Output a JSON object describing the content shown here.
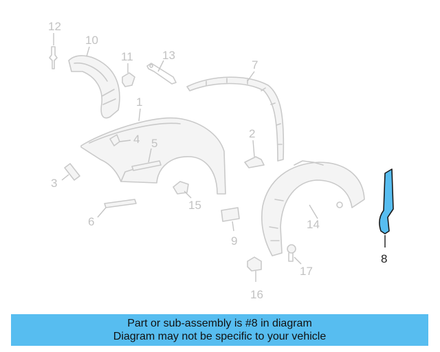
{
  "diagram": {
    "callouts": [
      "1",
      "2",
      "3",
      "4",
      "5",
      "6",
      "7",
      "8",
      "9",
      "10",
      "11",
      "12",
      "13",
      "14",
      "15",
      "16",
      "17"
    ],
    "highlighted_part": "8",
    "colors": {
      "highlight": "#57bdf0",
      "parts": "#c9c9c9",
      "labels": "#c2c2c2",
      "highlight_label": "#222222"
    }
  },
  "banner": {
    "line1": "Part or sub-assembly is #8 in diagram",
    "line2": "Diagram may not be specific to your vehicle"
  }
}
